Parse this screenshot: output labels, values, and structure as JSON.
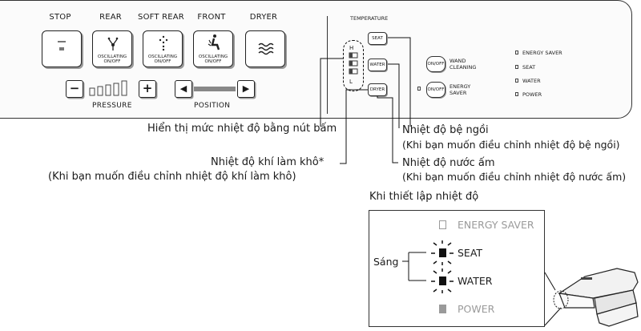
{
  "panel": {
    "buttons": [
      {
        "label": "STOP",
        "icon": "stop-icon",
        "sub": ""
      },
      {
        "label": "REAR",
        "icon": "rear-spray-icon",
        "sub": "OSCILLATING ON/OFF"
      },
      {
        "label": "SOFT REAR",
        "icon": "soft-rear-spray-icon",
        "sub": "OSCILLATING ON/OFF"
      },
      {
        "label": "FRONT",
        "icon": "front-spray-icon",
        "sub": "OSCILLATING ON/OFF"
      },
      {
        "label": "DRYER",
        "icon": "dryer-icon",
        "sub": ""
      }
    ],
    "pressure_label": "PRESSURE",
    "position_label": "POSITION",
    "minus": "−",
    "plus": "+",
    "left_arrow": "◀",
    "right_arrow": "▶",
    "temperature_label": "TEMPERATURE",
    "temp_high": "H",
    "temp_low": "L",
    "temp_buttons": [
      "SEAT",
      "WATER",
      "DRYER"
    ],
    "onoff": "ON/OFF",
    "wand_cleaning": "WAND CLEANING",
    "energy_saver_btn": "ENERGY SAVER",
    "indicators": [
      "ENERGY SAVER",
      "SEAT",
      "WATER",
      "POWER"
    ]
  },
  "annotations": {
    "button_level": "Hiển thị mức nhiệt độ bằng nút bấm",
    "seat_title": "Nhiệt độ bệ ngồi",
    "seat_hint": "(Khi bạn muốn điều chỉnh nhiệt độ bệ ngồi)",
    "water_title": "Nhiệt độ nước ấm",
    "water_hint": "(Khi bạn muốn điều chỉnh nhiệt độ nước ấm)",
    "dryer_title": "Nhiệt độ khí làm khô*",
    "dryer_hint": "(Khi bạn muốn điều chỉnh nhiệt độ khí làm khô)"
  },
  "inset": {
    "title": "Khi thiết lập nhiệt độ",
    "lit_label": "Sáng",
    "rows": [
      "ENERGY SAVER",
      "SEAT",
      "WATER",
      "POWER"
    ]
  },
  "colors": {
    "outline": "#222222",
    "dim_indicator": "#9a9a9a",
    "lit_indicator": "#111111"
  }
}
